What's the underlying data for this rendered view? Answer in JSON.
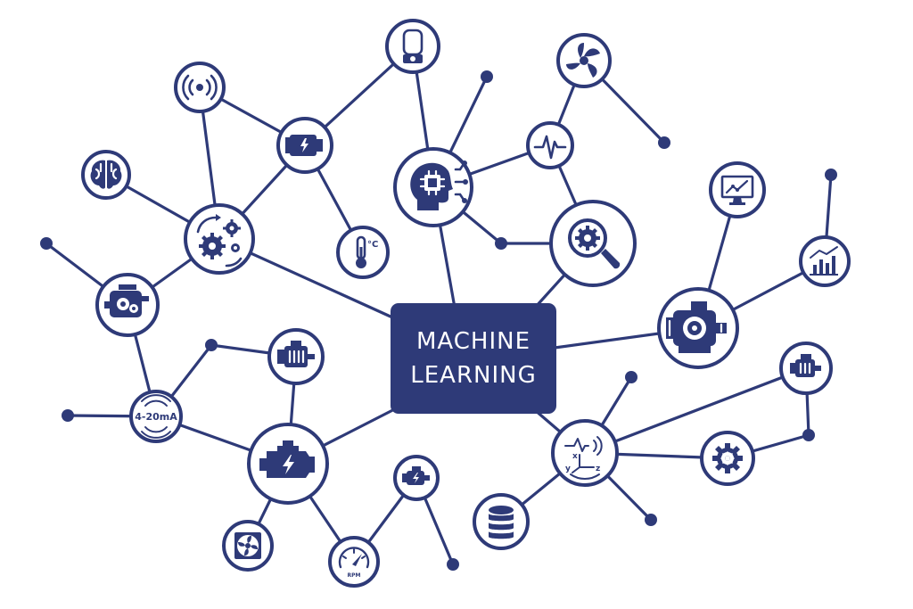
{
  "diagram": {
    "title_line1": "MACHINE",
    "title_line2": "LEARNING",
    "current_label": "4-20mA",
    "temperature_unit": "°C",
    "gauge_unit": "RPM",
    "axis_x": "x",
    "axis_y": "y",
    "axis_z": "z"
  },
  "colors": {
    "primary": "#2e3a78",
    "background": "#ffffff"
  },
  "icons": [
    "wireless-signal-icon",
    "sensor-device-icon",
    "turbine-fan-icon",
    "brain-icon",
    "electric-motor-icon",
    "ai-head-chip-icon",
    "heartbeat-pulse-icon",
    "gears-cycle-icon",
    "thermometer-icon",
    "gear-search-icon",
    "monitor-chart-icon",
    "gearbox-icon",
    "bar-chart-icon",
    "industrial-motor-icon",
    "motor-icon",
    "current-signal-icon",
    "engine-icon",
    "axis-sensor-icon",
    "motor-small-icon",
    "gear-icon",
    "cooling-fan-icon",
    "rpm-gauge-icon",
    "database-icon"
  ]
}
